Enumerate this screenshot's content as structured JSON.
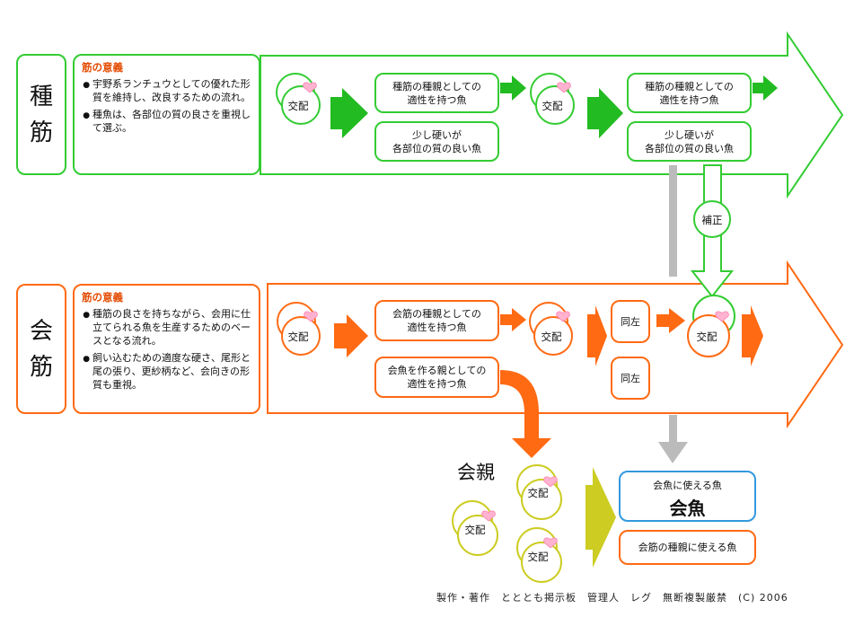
{
  "seed_row": {
    "label_line1": "種",
    "label_line2": "筋",
    "desc_title": "筋の意義",
    "desc_items": [
      "宇野系ランチュウとしての優れた形質を維持し、改良するための流れ。",
      "種魚は、各部位の質の良さを重視して選ぶ。"
    ],
    "cross1_label": "交配",
    "box1_text": "種筋の種親としての\n適性を持つ魚",
    "box2_text": "少し硬いが\n各部位の質の良い魚",
    "cross2_label": "交配",
    "box3_text": "種筋の種親としての\n適性を持つ魚",
    "box4_text": "少し硬いが\n各部位の質の良い魚",
    "correction_label": "補正"
  },
  "show_row": {
    "label_line1": "会",
    "label_line2": "筋",
    "desc_title": "筋の意義",
    "desc_items": [
      "種筋の良さを持ちながら、会用に仕立てられる魚を生産するためのベースとなる流れ。",
      "飼い込むための適度な硬さ、尾形と尾の張り、更紗柄など、会向きの形質も重視。"
    ],
    "cross1_label": "交配",
    "box1_text": "会筋の種親としての\n適性を持つ魚",
    "box2_text": "会魚を作る親としての\n適性を持つ魚",
    "cross2_label": "交配",
    "same1": "同左",
    "same2": "同左",
    "cross3_label": "交配"
  },
  "bottom": {
    "parents_title": "会親",
    "cross_labels": [
      "交配",
      "交配",
      "交配"
    ],
    "result_small": "会魚に使える魚",
    "result_big": "会魚",
    "result2": "会筋の種親に使える魚"
  },
  "footer": "製作・著作　とととも掲示板　管理人　レグ　無断複製厳禁　(C) 2006",
  "colors": {
    "green": "#33cc33",
    "orange": "#ff6a13",
    "olive": "#cccc00",
    "blue": "#3399dd",
    "gray": "#bbbbbb",
    "heart": "#ffb3d1"
  }
}
